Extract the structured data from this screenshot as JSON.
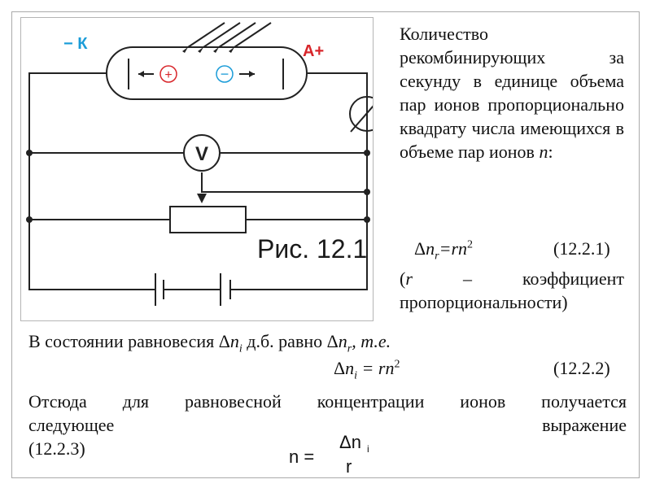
{
  "figure": {
    "cathode_label": "− К",
    "anode_label": "A+",
    "voltmeter_label": "V",
    "plus_sign": "+",
    "minus_sign": "−",
    "caption": "Рис. 12.1",
    "colors": {
      "accent_blue": "#1a9cd8",
      "accent_red": "#d8262b",
      "wire": "#222222"
    }
  },
  "right_text": {
    "paragraph_1": "Количество рекомбинирующих за секунду в единице объема пар ионов пропорционально квадрату числа имеющихся в объеме пар ионов",
    "var_n": "n",
    "colon": ":"
  },
  "formula_1": {
    "delta": "Δ",
    "n": "n",
    "sub": "r",
    "rhs": "=rn",
    "sup": "2",
    "number": "(12.2.1)"
  },
  "note": {
    "open": "(",
    "r": "r",
    "text": " – коэффициент пропорциональности)"
  },
  "equilibrium": {
    "text": "В состоянии равновесия Δ",
    "n1": "n",
    "sub1": "i",
    "mid": " д.б. равно Δ",
    "n2": "n",
    "sub2": "r",
    "end": ", т.е."
  },
  "formula_2": {
    "delta": "Δ",
    "n": "n",
    "sub": "i",
    "rhs": " = rn",
    "sup": "2",
    "number": "(12.2.2)"
  },
  "conclusion": {
    "line_1": "Отсюда для равновесной концентрации ионов получается",
    "line_2_left": "следующее",
    "line_2_right": "выражение",
    "number": "(12.2.3)"
  },
  "formula_3": {
    "lhs": "n =",
    "numerator": "Δn",
    "numerator_sub": "i",
    "denominator": "r"
  }
}
